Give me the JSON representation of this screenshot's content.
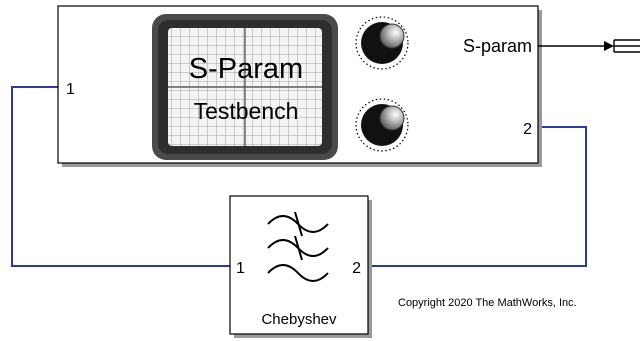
{
  "testbench_block": {
    "screen_line1": "S-Param",
    "screen_line2": "Testbench",
    "input_port": "1",
    "output_port_label": "S-param",
    "port2": "2"
  },
  "filter_block": {
    "label": "Chebyshev",
    "port_left": "1",
    "port_right": "2"
  },
  "copyright": "Copyright 2020 The MathWorks, Inc.",
  "colors": {
    "wire": "#2b3a9c",
    "block_border": "#000000",
    "screen_bezel": "#4a4a4a"
  }
}
